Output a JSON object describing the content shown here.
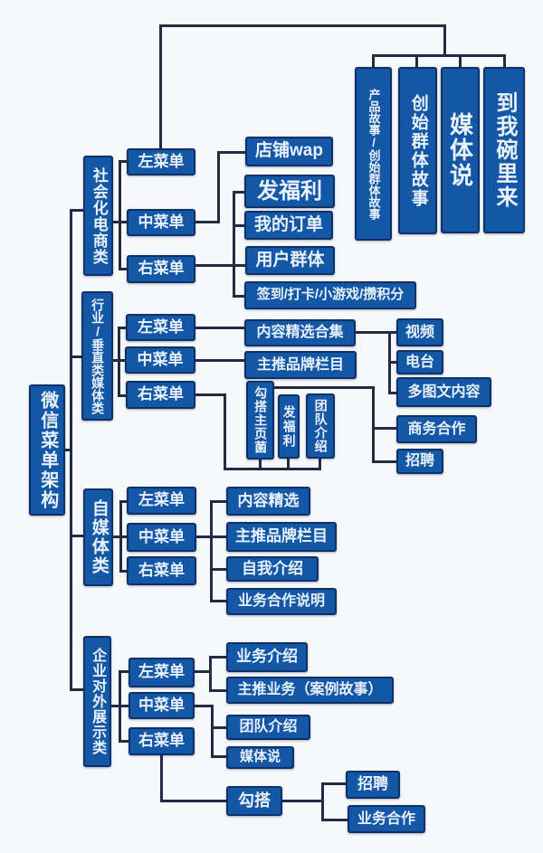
{
  "root": {
    "label": "微信菜单架构"
  },
  "top_examples": {
    "items": [
      {
        "label": "产品故事/创始群体故事"
      },
      {
        "label": "创始群体故事"
      },
      {
        "label": "媒体说"
      },
      {
        "label": "到我碗里来"
      }
    ]
  },
  "groups": [
    {
      "category": "社会化电商类",
      "menus": {
        "left": "左菜单",
        "middle": "中菜单",
        "right": "右菜单"
      },
      "children": {
        "shop_wap": "店铺wap",
        "benefits": "发福利",
        "my_orders": "我的订单",
        "user_groups": "用户群体",
        "signin_games": "签到/打卡/小游戏/攒积分"
      }
    },
    {
      "category": "行业/垂直类媒体类",
      "menus": {
        "left": "左菜单",
        "middle": "中菜单",
        "right": "右菜单"
      },
      "children": {
        "content_collection": "内容精选合集",
        "brand_column": "主推品牌栏目",
        "video": "视频",
        "radio": "电台",
        "multi_article": "多图文内容",
        "contact_admin": "勾搭主页菌",
        "benefits": "发福利",
        "team_intro": "团队介绍",
        "biz_coop": "商务合作",
        "recruiting": "招聘"
      }
    },
    {
      "category": "自媒体类",
      "menus": {
        "left": "左菜单",
        "middle": "中菜单",
        "right": "右菜单"
      },
      "children": {
        "featured_content": "内容精选",
        "brand_column": "主推品牌栏目",
        "self_intro": "自我介绍",
        "biz_coop_info": "业务合作说明"
      }
    },
    {
      "category": "企业对外展示类",
      "menus": {
        "left": "左菜单",
        "middle": "中菜单",
        "right": "右菜单"
      },
      "children": {
        "biz_intro": "业务介绍",
        "main_biz": "主推业务（案例故事）",
        "team_intro": "团队介绍",
        "media_say": "媒体说",
        "hookup": "勾搭",
        "recruiting": "招聘",
        "biz_coop": "业务合作"
      }
    }
  ],
  "colors": {
    "node_fill": "#1357a6",
    "node_border": "#0d3268",
    "connector": "#202c44",
    "node_text": "#e8f1fc",
    "background": "#f7f8f9"
  }
}
